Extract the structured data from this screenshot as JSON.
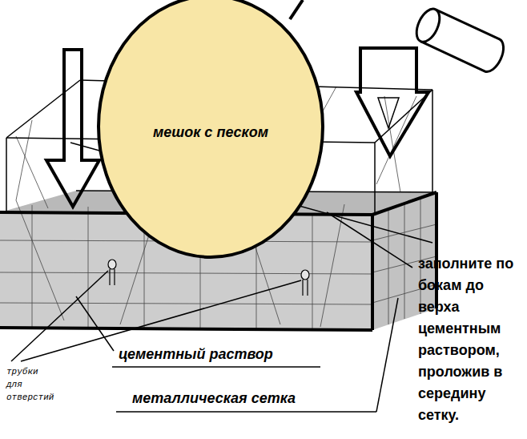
{
  "diagram": {
    "nodes": [
      {
        "text": [
          "мешок с песком"
        ]
      }
    ],
    "labels": [
      "заполните по бокам до верха цементным раствором, проложив в середину сетку.",
      "трубки для отверстий",
      "цементный раствор",
      "металлическая сетка"
    ]
  }
}
